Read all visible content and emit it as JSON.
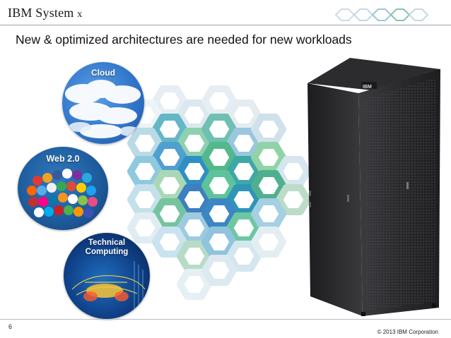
{
  "header": {
    "brand_main": "IBM System ",
    "brand_suffix": "x",
    "title": "New & optimized architectures are needed for new workloads"
  },
  "bubbles": {
    "cloud_label": "Cloud",
    "web_label": "Web 2.0",
    "technical_label_line1": "Technical",
    "technical_label_line2": "Computing"
  },
  "rack": {
    "logo_text": "IBM"
  },
  "footer": {
    "page_number": "6",
    "copyright": "© 2013 IBM Corporation"
  },
  "colors": {
    "accent_blue": "#3a7fbf",
    "accent_green": "#5bbf8a",
    "accent_teal": "#4aa6a8",
    "rack_body": "#2b2b2d"
  }
}
